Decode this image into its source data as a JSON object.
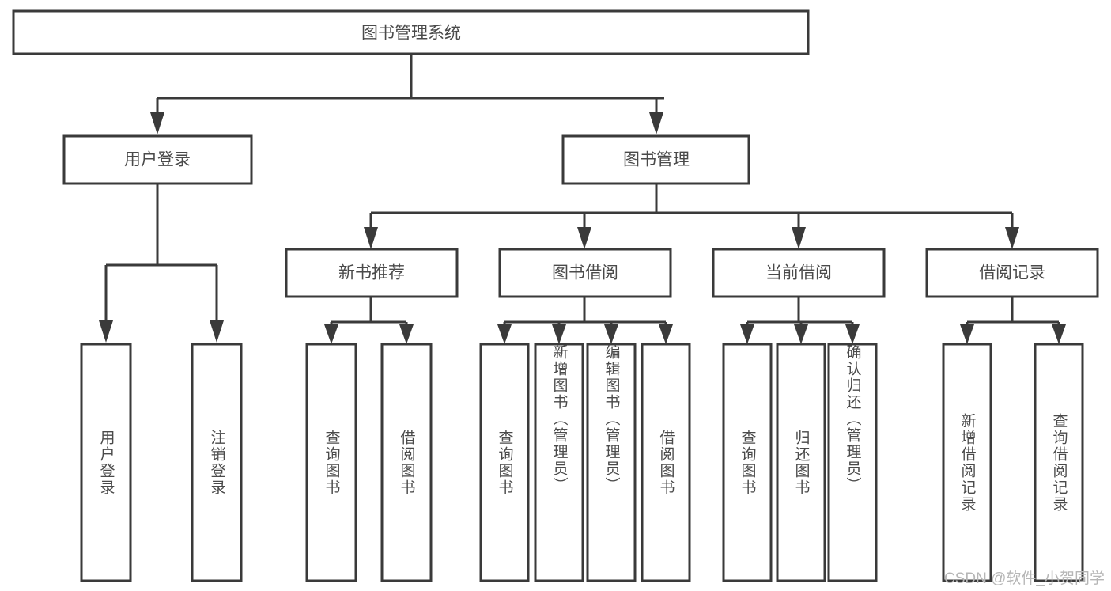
{
  "diagram": {
    "title": "图书管理系统",
    "type": "tree-hierarchy-diagram",
    "colors": {
      "stroke": "#3a3a3a",
      "box_fill": "#ffffff",
      "label_text": "#4a4a4a",
      "watermark_text": "#b6b6b6",
      "background": "#ffffff"
    },
    "root": {
      "label": "图书管理系统"
    },
    "level2": [
      {
        "label": "用户登录"
      },
      {
        "label": "图书管理"
      }
    ],
    "level3": [
      {
        "label": "新书推荐"
      },
      {
        "label": "图书借阅"
      },
      {
        "label": "当前借阅"
      },
      {
        "label": "借阅记录"
      }
    ],
    "leaves": {
      "user_login": [
        {
          "label": "用户登录"
        },
        {
          "label": "注销登录"
        }
      ],
      "new_book_recommend": [
        {
          "label": "查询图书"
        },
        {
          "label": "借阅图书"
        }
      ],
      "book_borrow": [
        {
          "label": "查询图书"
        },
        {
          "label": "新增图书（管理员）"
        },
        {
          "label": "编辑图书（管理员）"
        },
        {
          "label": "借阅图书"
        }
      ],
      "current_borrow": [
        {
          "label": "查询图书"
        },
        {
          "label": "归还图书"
        },
        {
          "label": "确认归还（管理员）"
        }
      ],
      "borrow_record": [
        {
          "label": "新增借阅记录"
        },
        {
          "label": "查询借阅记录"
        }
      ]
    }
  },
  "watermark": {
    "text": "CSDN @软件_小贺同学"
  }
}
